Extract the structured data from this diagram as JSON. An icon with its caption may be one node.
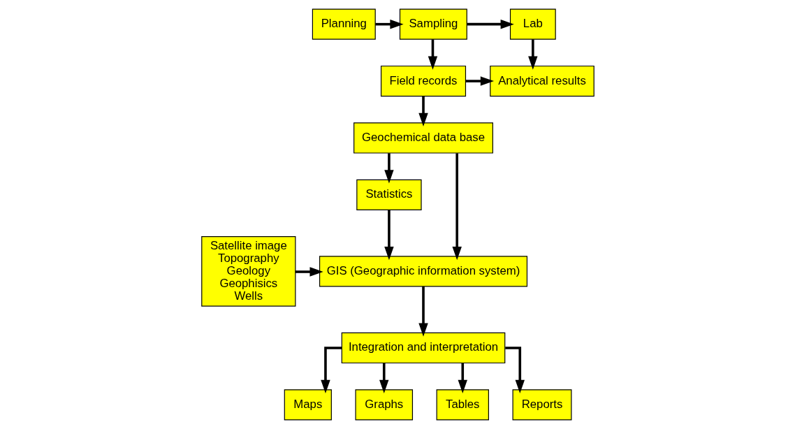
{
  "diagram": {
    "nodes": [
      {
        "text": [
          "Planning"
        ]
      },
      {
        "text": [
          "Sampling"
        ]
      },
      {
        "text": [
          "Lab"
        ]
      },
      {
        "text": [
          "Field records"
        ]
      },
      {
        "text": [
          "Analytical results"
        ]
      },
      {
        "text": [
          "Geochemical data base"
        ]
      },
      {
        "text": [
          "Statistics"
        ]
      },
      {
        "text": [
          "Satellite image",
          "Topography",
          "Geology",
          "Geophisics",
          "Wells"
        ]
      },
      {
        "text": [
          "GIS (Geographic information system)"
        ]
      },
      {
        "text": [
          "Integration and interpretation"
        ]
      },
      {
        "text": [
          "Maps"
        ]
      },
      {
        "text": [
          "Graphs"
        ]
      },
      {
        "text": [
          "Tables"
        ]
      },
      {
        "text": [
          "Reports"
        ]
      }
    ],
    "edges": [
      {
        "from": 0,
        "to": 1,
        "arrow": "to"
      },
      {
        "from": 1,
        "to": 2,
        "arrow": "to"
      },
      {
        "from": 1,
        "to": 3,
        "arrow": "to"
      },
      {
        "from": 2,
        "to": 4,
        "arrow": "to"
      },
      {
        "from": 3,
        "to": 4,
        "arrow": "to"
      },
      {
        "from": 3,
        "to": 5,
        "arrow": "to"
      },
      {
        "from": 5,
        "to": 6,
        "arrow": "to"
      },
      {
        "from": 5,
        "to": 8,
        "arrow": "to"
      },
      {
        "from": 6,
        "to": 8,
        "arrow": "to"
      },
      {
        "from": 7,
        "to": 8,
        "arrow": "to"
      },
      {
        "from": 8,
        "to": 9,
        "arrow": "to"
      },
      {
        "from": 9,
        "to": 10,
        "arrow": "to"
      },
      {
        "from": 9,
        "to": 11,
        "arrow": "to"
      },
      {
        "from": 9,
        "to": 12,
        "arrow": "to"
      },
      {
        "from": 9,
        "to": 13,
        "arrow": "to"
      }
    ]
  }
}
